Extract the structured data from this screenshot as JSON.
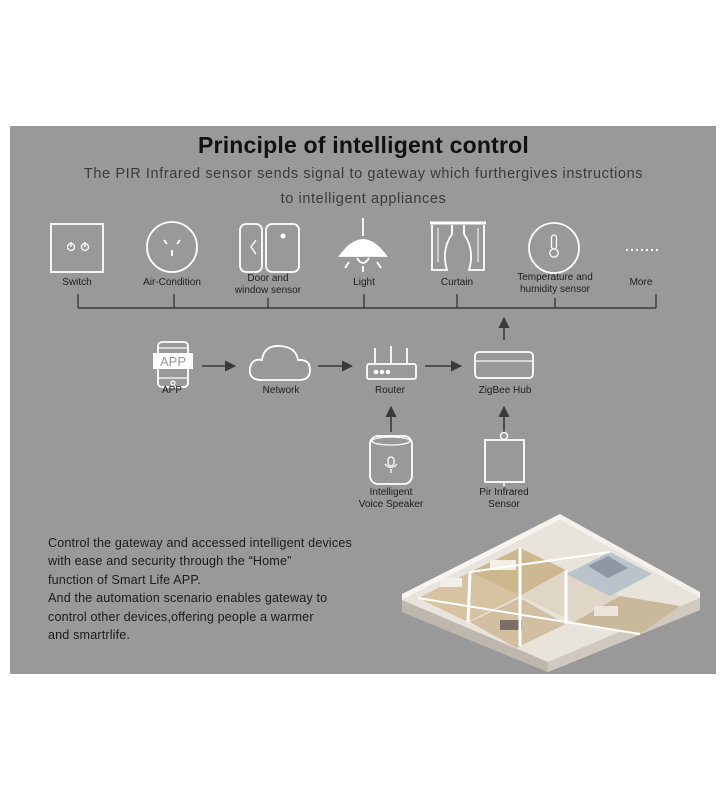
{
  "title": "Principle of intelligent control",
  "subtitle_line1": "The PIR Infrared sensor sends signal to gateway which furthergives instructions",
  "subtitle_line2": "to intelligent appliances",
  "devices": [
    {
      "label": "Switch",
      "icon": "switch-icon"
    },
    {
      "label": "Air-Condition",
      "icon": "socket-icon"
    },
    {
      "label": "Door and",
      "label2": "window sensor",
      "icon": "door-sensor-icon"
    },
    {
      "label": "Light",
      "icon": "lamp-icon"
    },
    {
      "label": "Curtain",
      "icon": "curtain-icon"
    },
    {
      "label": "Temperature and",
      "label2": "humidity sensor",
      "icon": "thermometer-icon"
    },
    {
      "label": "More",
      "icon": "ellipsis-icon"
    }
  ],
  "flow": {
    "app_icon_text": "APP",
    "app": "APP",
    "network": "Network",
    "router": "Router",
    "hub": "ZigBee Hub",
    "speaker_line1": "Intelligent",
    "speaker_line2": "Voice Speaker",
    "pir_line1": "Pir Infrared",
    "pir_line2": "Sensor"
  },
  "description": [
    "Control the gateway and accessed intelligent devices",
    "with ease and security through the “Home”",
    "function of Smart Life APP.",
    "And the automation scenario enables gateway to",
    "control other devices,offering people a warmer",
    "and smartrlife."
  ],
  "colors": {
    "panel": "#999999",
    "icon_stroke": "#ffffff",
    "line": "#3a3a3a",
    "title": "#111111"
  }
}
